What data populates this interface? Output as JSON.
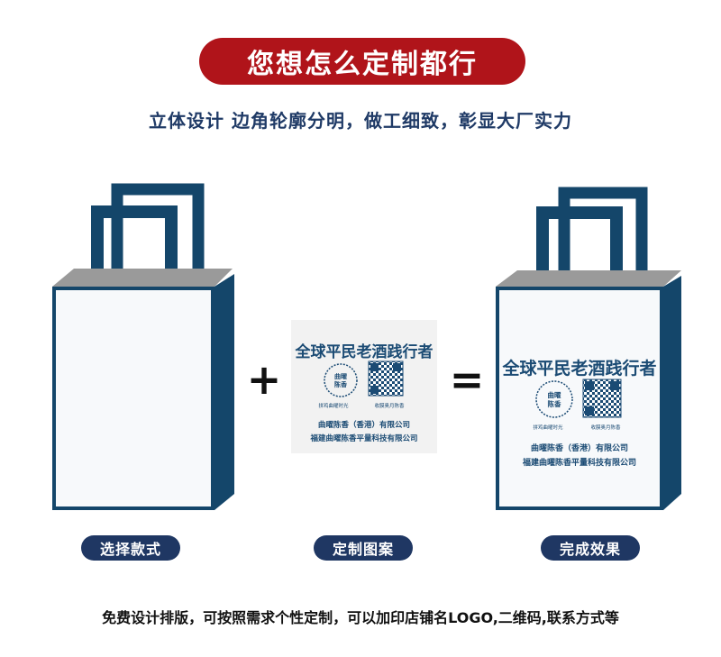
{
  "header": {
    "title": "您想怎么定制都行",
    "subtitle": "立体设计  边角轮廓分明，做工细致，彰显大厂实力"
  },
  "steps": [
    {
      "label": "选择款式"
    },
    {
      "label": "定制图案"
    },
    {
      "label": "完成效果"
    }
  ],
  "operators": {
    "plus": "+",
    "equals": "="
  },
  "design": {
    "slogan": "全球平民老酒践行者",
    "seal_line1": "曲曜",
    "seal_line2": "陈香",
    "caption_left": "拼鸡曲曜时光",
    "caption_right": "收膜奥月陈香",
    "company1": "曲曜陈香（香港）有限公司",
    "company2": "福建曲曜陈香平量科技有限公司"
  },
  "footer": {
    "note": "免费设计排版，可按照需求个性定制，可以加印店铺名LOGO,二维码,联系方式等"
  },
  "colors": {
    "accent_red": "#b0141a",
    "navy": "#1f3763",
    "bag_teal": "#14466a",
    "bag_body": "#f7f9fb",
    "gusset_grey": "#9a9a9a"
  }
}
